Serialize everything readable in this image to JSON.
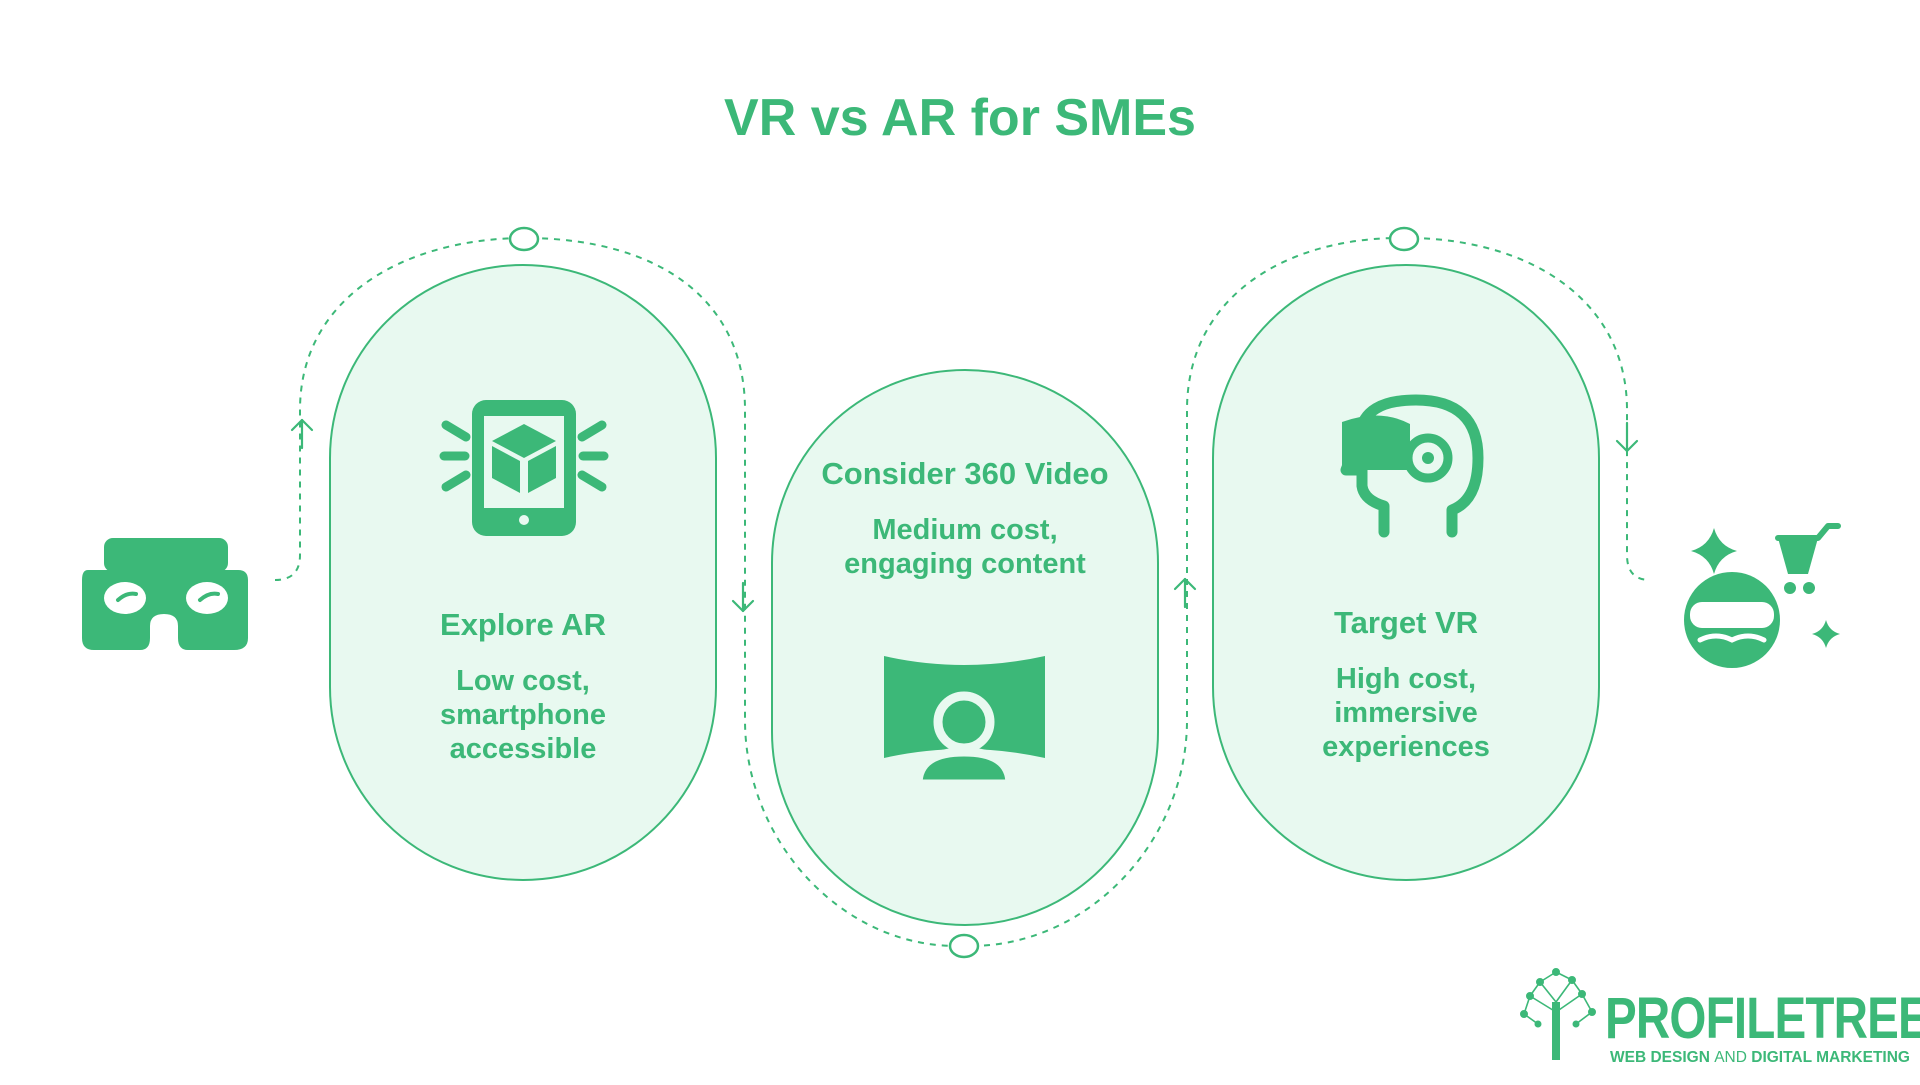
{
  "title": "VR vs AR for SMEs",
  "colors": {
    "accent": "#3cb878",
    "pill_fill": "#e8f9f0",
    "pill_stroke": "#3cb878"
  },
  "cards": [
    {
      "title": "Explore AR",
      "desc1": "Low cost,",
      "desc2": "smartphone",
      "desc3": "accessible",
      "icon": "ar-phone-cube-icon"
    },
    {
      "title": "Consider 360 Video",
      "desc1": "Medium cost,",
      "desc2": "engaging content",
      "icon": "360-video-icon"
    },
    {
      "title": "Target VR",
      "desc1": "High cost,",
      "desc2": "immersive",
      "desc3": "experiences",
      "icon": "vr-head-icon"
    }
  ],
  "left_icon": "cardboard-vr-headset-icon",
  "right_icon": "vr-shopping-icon",
  "logo": {
    "name": "PROFILETREE",
    "tagline_a": "WEB DESIGN ",
    "tagline_b": "AND",
    "tagline_c": " DIGITAL MARKETING"
  }
}
